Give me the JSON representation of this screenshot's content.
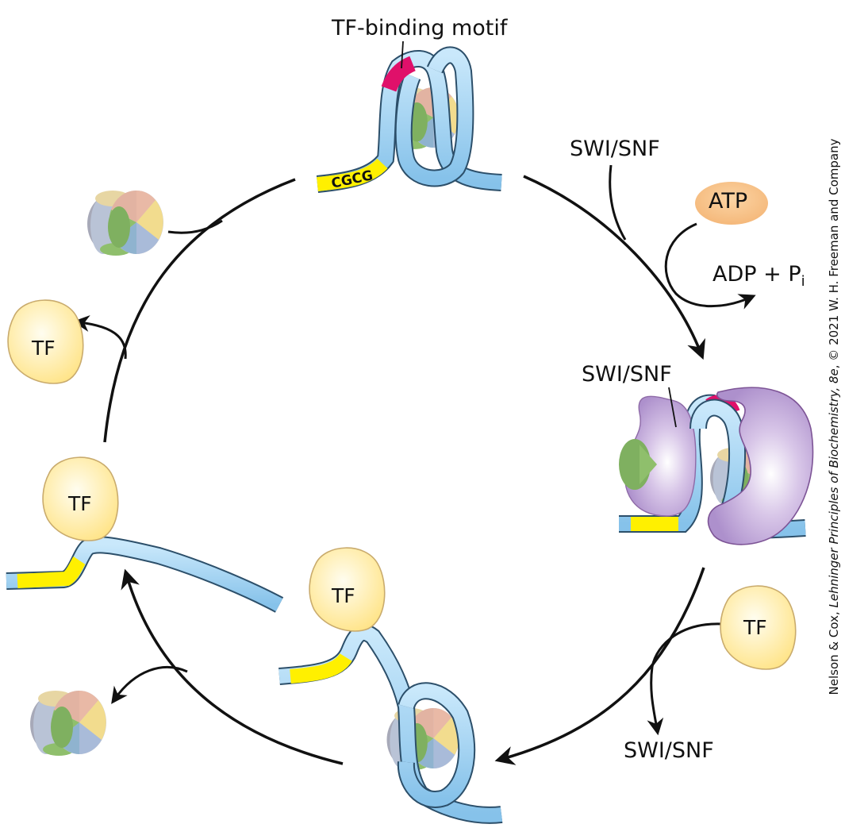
{
  "labels": {
    "tf_binding_motif": "TF-binding motif",
    "cgcg": "CGCG",
    "swi_snf": "SWI/SNF",
    "atp": "ATP",
    "adp_pi": "ADP + P",
    "adp_pi_sub": "i",
    "tf": "TF"
  },
  "copyright": {
    "authors": "Nelson & Cox, ",
    "title": "Lehninger Principles of Biochemistry, 8e",
    "rest": ", © 2021 W. H. Freeman and Company"
  },
  "colors": {
    "dna": "#9dd0f0",
    "dna_outline": "#2c4f6a",
    "cgcg_region": "#fff000",
    "tf_motif": "#e0106a",
    "tf_protein": "#ffe79a",
    "atp": "#f7c48a",
    "swi_snf_complex": "#bda3d6",
    "histone_pink": "#e9b9a6",
    "histone_yellow": "#f2dc8e",
    "histone_green": "#8fbf6c",
    "histone_blue": "#a9bbd9",
    "arrow": "#111111"
  }
}
